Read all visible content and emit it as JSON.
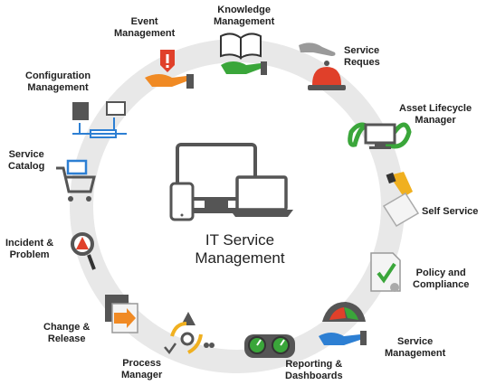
{
  "center": {
    "title_line1": "IT Service",
    "title_line2": "Management"
  },
  "modules": {
    "event": [
      "Event",
      "Management"
    ],
    "knowledge": [
      "Knowledge",
      "Management"
    ],
    "service_request": [
      "Service",
      "Reques"
    ],
    "asset": [
      "Asset Lifecycle",
      "Manager"
    ],
    "self_service": [
      "Self Service"
    ],
    "policy": [
      "Policy and",
      "Compliance"
    ],
    "service_mgmt": [
      "Service",
      "Management"
    ],
    "reporting": [
      "Reporting &",
      "Dashboards"
    ],
    "process": [
      "Process",
      "Manager"
    ],
    "change": [
      "Change &",
      "Release"
    ],
    "incident": [
      "Incident &",
      "Problem"
    ],
    "catalog": [
      "Service",
      "Catalog"
    ],
    "configuration": [
      "Configuration",
      "Management"
    ]
  },
  "colors": {
    "ring": "#e8e8e8",
    "device": "#555555",
    "green": "#3aa63a",
    "orange": "#f08a24",
    "red": "#e0402a",
    "blue": "#2d7fd3",
    "gray": "#707070"
  },
  "icons": [
    "computer-devices-icon",
    "warning-hand-icon",
    "open-book-hand-icon",
    "service-bell-icon",
    "recycle-monitor-icon",
    "hand-card-icon",
    "certificate-check-icon",
    "gauge-hand-icon",
    "dashboard-gauges-icon",
    "process-cycle-icon",
    "document-arrow-icon",
    "magnifier-warning-icon",
    "shopping-cart-icon",
    "network-computers-icon"
  ]
}
